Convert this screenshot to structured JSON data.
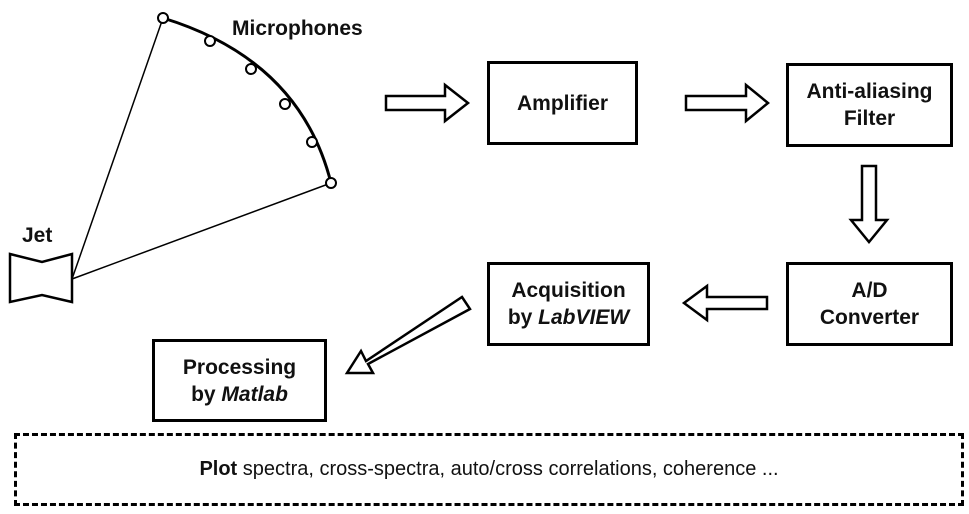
{
  "labels": {
    "microphones": "Microphones",
    "jet": "Jet"
  },
  "boxes": {
    "amplifier": {
      "line1": "Amplifier"
    },
    "anti_aliasing": {
      "line1": "Anti-aliasing",
      "line2": "Filter"
    },
    "ad_converter": {
      "line1": "A/D",
      "line2": "Converter"
    },
    "acquisition": {
      "line1": "Acquisition",
      "line2_prefix": "by ",
      "line2_italic": "LabVIEW"
    },
    "processing": {
      "line1": "Processing",
      "line2_prefix": "by ",
      "line2_italic": "Matlab"
    }
  },
  "output": {
    "bold": "Plot",
    "text": " spectra, cross-spectra, auto/cross correlations, coherence ..."
  },
  "icons": {
    "arrow": "hollow-block-arrow-icon",
    "microphone": "microphone-circle-icon",
    "nozzle": "jet-nozzle-icon"
  }
}
